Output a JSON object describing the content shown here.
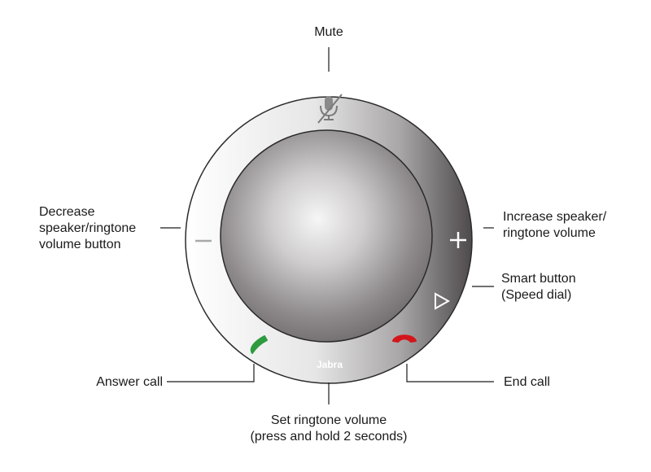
{
  "device": {
    "brand": "Jabra",
    "colors": {
      "answer_icon": "#2e9b3e",
      "end_icon": "#d3161c",
      "ring_dark": "#5e5a5c",
      "ring_light": "#ececec",
      "icon_stroke": "#ffffff"
    },
    "buttons": [
      {
        "name": "mute",
        "icon": "microphone-muted-icon"
      },
      {
        "name": "decrease-volume",
        "icon": "minus-icon"
      },
      {
        "name": "increase-volume",
        "icon": "plus-icon"
      },
      {
        "name": "smart",
        "icon": "play-triangle-icon"
      },
      {
        "name": "answer-call",
        "icon": "phone-answer-icon"
      },
      {
        "name": "end-call",
        "icon": "phone-end-icon"
      }
    ]
  },
  "callouts": {
    "mute": {
      "lines": [
        "Mute"
      ]
    },
    "decrease": {
      "lines": [
        "Decrease",
        "speaker/ringtone",
        "volume button"
      ]
    },
    "increase": {
      "lines": [
        "Increase speaker/",
        "ringtone volume"
      ]
    },
    "smart": {
      "lines": [
        "Smart button",
        "(Speed dial)"
      ]
    },
    "answer": {
      "lines": [
        "Answer call"
      ]
    },
    "end": {
      "lines": [
        "End call"
      ]
    },
    "ringtone": {
      "lines": [
        "Set ringtone volume",
        "(press and hold 2 seconds)"
      ]
    }
  }
}
